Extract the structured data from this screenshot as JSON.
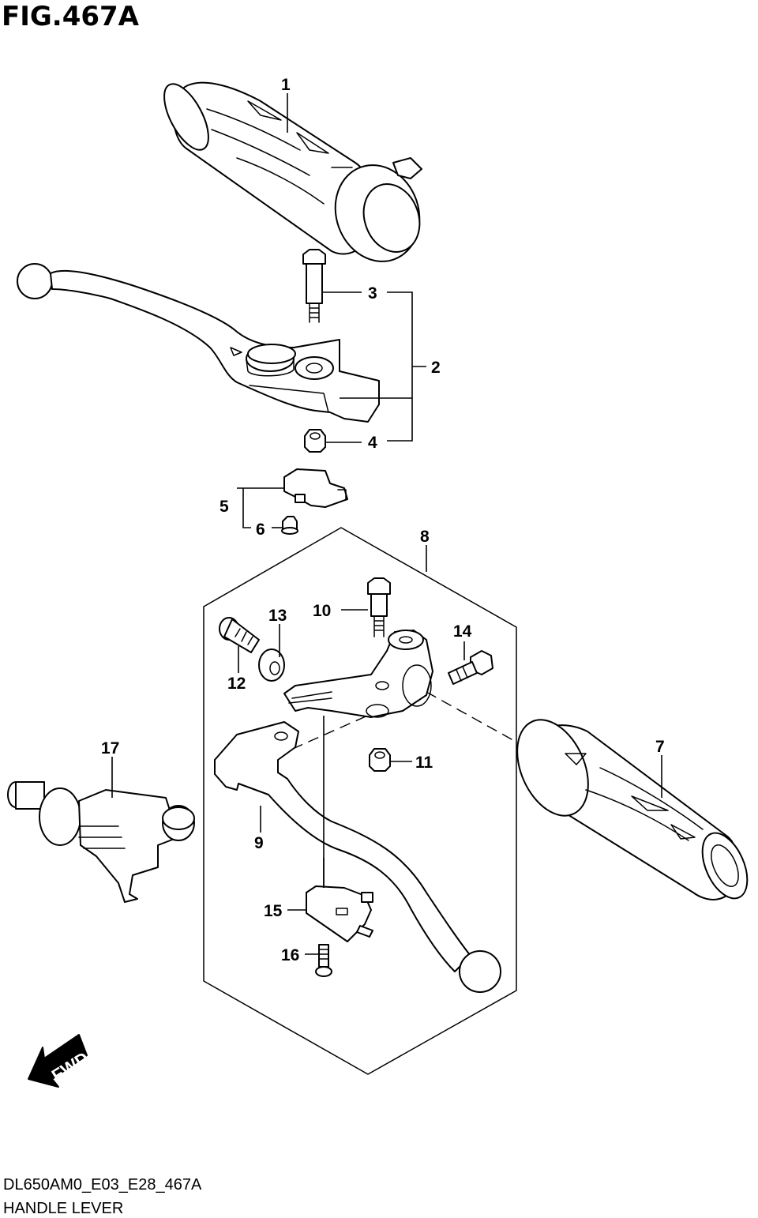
{
  "header": {
    "figure": "FIG.467A"
  },
  "footer": {
    "model_code": "DL650AM0_E03_E28_467A",
    "diagram_name": "HANDLE LEVER"
  },
  "direction_arrow": {
    "label": "FWD",
    "icon": "fwd-arrow-icon"
  },
  "callouts": [
    {
      "id": "c1",
      "label": "1"
    },
    {
      "id": "c2",
      "label": "2"
    },
    {
      "id": "c3",
      "label": "3"
    },
    {
      "id": "c4",
      "label": "4"
    },
    {
      "id": "c5",
      "label": "5"
    },
    {
      "id": "c6",
      "label": "6"
    },
    {
      "id": "c7",
      "label": "7"
    },
    {
      "id": "c8",
      "label": "8"
    },
    {
      "id": "c9",
      "label": "9"
    },
    {
      "id": "c10",
      "label": "10"
    },
    {
      "id": "c11",
      "label": "11"
    },
    {
      "id": "c12",
      "label": "12"
    },
    {
      "id": "c13",
      "label": "13"
    },
    {
      "id": "c14",
      "label": "14"
    },
    {
      "id": "c15",
      "label": "15"
    },
    {
      "id": "c16",
      "label": "16"
    },
    {
      "id": "c17",
      "label": "17"
    }
  ]
}
